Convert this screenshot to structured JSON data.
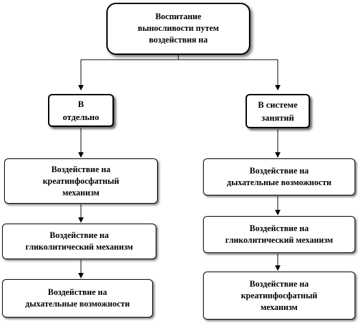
{
  "title": "Воспитание\nвыносливости путем\nвоздействия на",
  "left": {
    "header": "В\nотдельно",
    "items": [
      "Воздействие на\nкреатинфосфатный\nмеханизм",
      "Воздействие на\nгликолитический механизм",
      "Воздействие на\nдыхательные возможности"
    ]
  },
  "right": {
    "header": "В системе\nзанятий",
    "items": [
      "Воздействие на\nдыхательные возможности",
      "Воздействие на\nгликолитический механизм",
      "Воздействие на\nкреатинфосфатный\nмеханизм"
    ]
  }
}
